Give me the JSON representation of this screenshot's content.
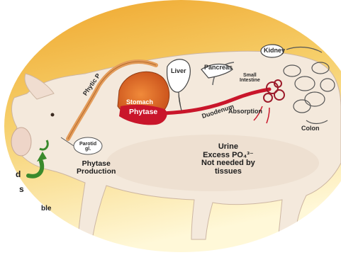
{
  "labels": {
    "phytic": "Phytic P",
    "stomach": "Stomach",
    "phytase": "Phytase",
    "liver": "Liver",
    "pancreas": "Pancreas",
    "small_intestine_1": "Small",
    "small_intestine_2": "Intestine",
    "kidney": "Kidney",
    "duodenum": "Duodenum",
    "absorption": "Absorption",
    "colon": "Colon",
    "salivary": "Parotid\ngl.",
    "phytase_production_1": "Phytase",
    "phytase_production_2": "Production",
    "urine_1": "Urine",
    "urine_2": "Excess PO₄³⁻",
    "urine_3": "Not needed by",
    "urine_4": "tissues",
    "left_1": "d",
    "left_2": "s",
    "left_3": "ble"
  },
  "colors": {
    "background_gradient_top": "#f2b23a",
    "background_gradient_bottom": "#fff6c9",
    "pig_body": "#f3e6d7",
    "stomach": "#e86a1f",
    "phytase_red": "#c9162b",
    "esophagus": "#e39c5a",
    "arrow_green": "#3a8a2c"
  }
}
